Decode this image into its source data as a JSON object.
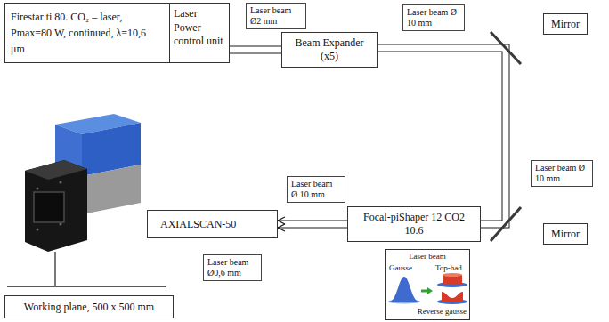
{
  "diagram": {
    "nodes": [
      {
        "text": [
          "Firestar ti 80. CO₂ – laser, Pmax=80 W, continued, λ=10,6 μm"
        ]
      },
      {
        "text": [
          "Laser Power control unit"
        ],
        "in": 0
      },
      {
        "text": [
          "Laser beam Ø2 mm"
        ]
      },
      {
        "text": [
          "Beam Expander (x5)"
        ]
      },
      {
        "text": [
          "Laser beam Ø 10 mm"
        ]
      },
      {
        "text": [
          "Mirror"
        ]
      },
      {
        "text": [
          "Laser beam Ø 10 mm"
        ]
      },
      {
        "text": [
          "Laser beam Ø 10 mm"
        ]
      },
      {
        "text": [
          "AXIALSCAN-50"
        ]
      },
      {
        "text": [
          "Focal-piShaper 12 CO2 10.6"
        ]
      },
      {
        "text": [
          "Mirror"
        ]
      },
      {
        "text": [
          "Laser beam",
          "Gausse",
          "Top-had",
          "Reverse gausse"
        ]
      },
      {
        "text": [
          "Laser beam Ø0,6 mm"
        ]
      },
      {
        "text": [
          "Working plane, 500 x 500 mm"
        ]
      }
    ],
    "edges": [
      {
        "from": 1,
        "to": 3,
        "arrow": "none"
      },
      {
        "from": 3,
        "to": 5,
        "arrow": "none"
      },
      {
        "from": 5,
        "to": 10,
        "arrow": "none"
      },
      {
        "from": 10,
        "to": 9,
        "arrow": "none"
      },
      {
        "from": 9,
        "to": 8,
        "arrow": "to"
      }
    ]
  }
}
